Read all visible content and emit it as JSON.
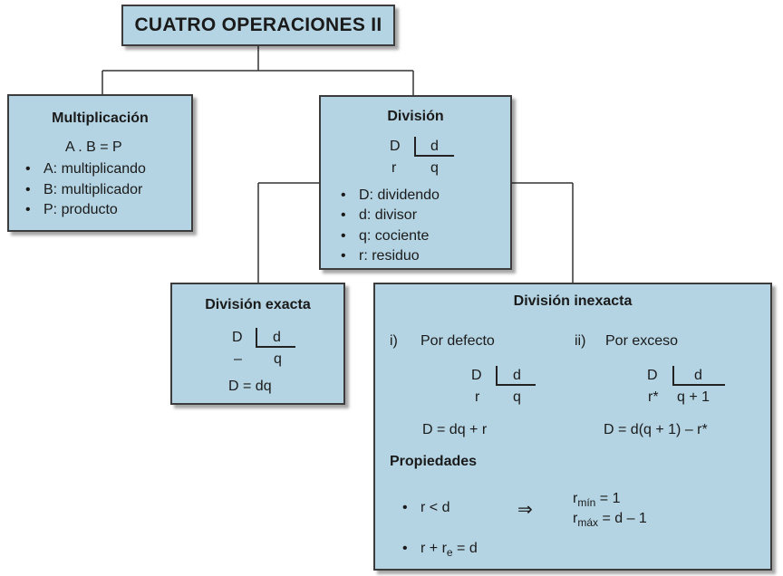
{
  "title": "CUATRO OPERACIONES II",
  "multiplicacion": {
    "heading": "Multiplicación",
    "formula": "A . B = P",
    "items": [
      "A: multiplicando",
      "B: multiplicador",
      "P: producto"
    ]
  },
  "division": {
    "heading": "División",
    "scheme": {
      "D": "D",
      "d": "d",
      "r": "r",
      "q": "q"
    },
    "items": [
      "D: dividendo",
      "d: divisor",
      "q: cociente",
      "r: residuo"
    ]
  },
  "exacta": {
    "heading": "División exacta",
    "scheme": {
      "D": "D",
      "d": "d",
      "r": "–",
      "q": "q"
    },
    "formula": "D = dq"
  },
  "inexacta": {
    "heading": "División inexacta",
    "defecto": {
      "label_num": "i)",
      "label": "Por defecto",
      "scheme": {
        "D": "D",
        "d": "d",
        "r": "r",
        "q": "q"
      },
      "formula": "D = dq + r"
    },
    "exceso": {
      "label_num": "ii)",
      "label": "Por exceso",
      "scheme": {
        "D": "D",
        "d": "d",
        "r": "r*",
        "q": "q + 1"
      },
      "formula": "D = d(q + 1) – r*"
    },
    "propiedades": {
      "heading": "Propiedades",
      "prop1": "r < d",
      "arrow": "⇒",
      "rmin_r": "r",
      "rmin_sub": "mín",
      "rmin_val": " = 1",
      "rmax_r": "r",
      "rmax_sub": "máx",
      "rmax_val": " = d – 1",
      "prop2_a": "r + r",
      "prop2_sub": "e",
      "prop2_b": " = d"
    }
  }
}
